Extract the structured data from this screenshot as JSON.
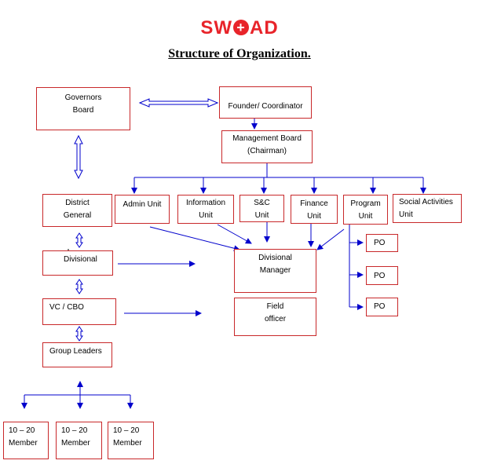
{
  "header": {
    "logo_left": "SW",
    "logo_plus": "+",
    "logo_right": "AD",
    "title": "Structure of Organization."
  },
  "boxes": {
    "governors_board": "Governors\nBoard",
    "founder": "Founder/ Coordinator",
    "management_board": "Management Board\n(Chairman)",
    "district_general": "District\nGeneral",
    "admin_unit": "Admin Unit",
    "information_unit": "Information\nUnit",
    "snc_unit": "S&C\nUnit",
    "finance_unit": "Finance\nUnit",
    "program_unit": "Program\nUnit",
    "social_activities_unit": "Social Activities\nUnit",
    "divisional": "Divisional",
    "divisional_manager": "Divisional\nManager",
    "field_officer": "Field\nofficer",
    "vc_cbo": "VC / CBO",
    "group_leaders": "Group Leaders",
    "po_1": "PO",
    "po_2": "PO",
    "po_3": "PO",
    "member_1": "10 – 20\nMember",
    "member_2": "10 – 20\nMember",
    "member_3": "10 – 20\nMember"
  },
  "colors": {
    "box_border": "#c8282a",
    "connector": "#0000cc",
    "logo": "#e8242a"
  }
}
